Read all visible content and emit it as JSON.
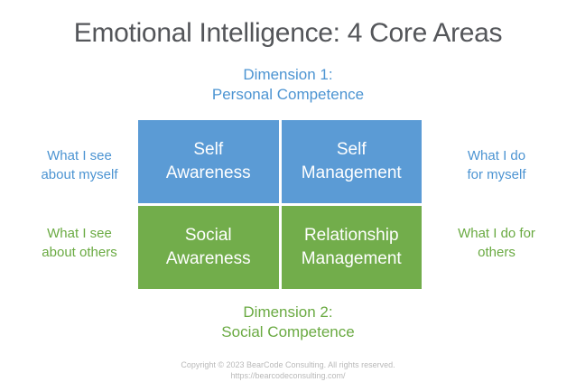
{
  "title": "Emotional Intelligence: 4 Core Areas",
  "dimension1": {
    "line1": "Dimension 1:",
    "line2": "Personal Competence"
  },
  "dimension2": {
    "line1": "Dimension 2:",
    "line2": "Social Competence"
  },
  "quadrants": [
    {
      "id": "self-awareness",
      "line1": "Self",
      "line2": "Awareness",
      "color": "#5b9bd5"
    },
    {
      "id": "self-management",
      "line1": "Self",
      "line2": "Management",
      "color": "#5b9bd5"
    },
    {
      "id": "social-awareness",
      "line1": "Social",
      "line2": "Awareness",
      "color": "#72ad4b"
    },
    {
      "id": "relationship-management",
      "line1": "Relationship",
      "line2": "Management",
      "color": "#72ad4b"
    }
  ],
  "side_labels": {
    "top_left": {
      "line1": "What I see",
      "line2": "about myself"
    },
    "top_right": {
      "line1": "What I do",
      "line2": "for myself"
    },
    "bottom_left": {
      "line1": "What I see",
      "line2": "about others"
    },
    "bottom_right": {
      "line1": "What I do for",
      "line2": "others"
    }
  },
  "footer": {
    "line1": "Copyright © 2023 BearCode Consulting. All rights reserved.",
    "line2": "https://bearcodeconsulting.com/"
  },
  "colors": {
    "blue": "#5b9bd5",
    "green": "#72ad4b",
    "blue_text": "#4c94d2",
    "green_text": "#6aaa42",
    "title_gray": "#54565a",
    "footer_gray": "#b9b9b9"
  }
}
